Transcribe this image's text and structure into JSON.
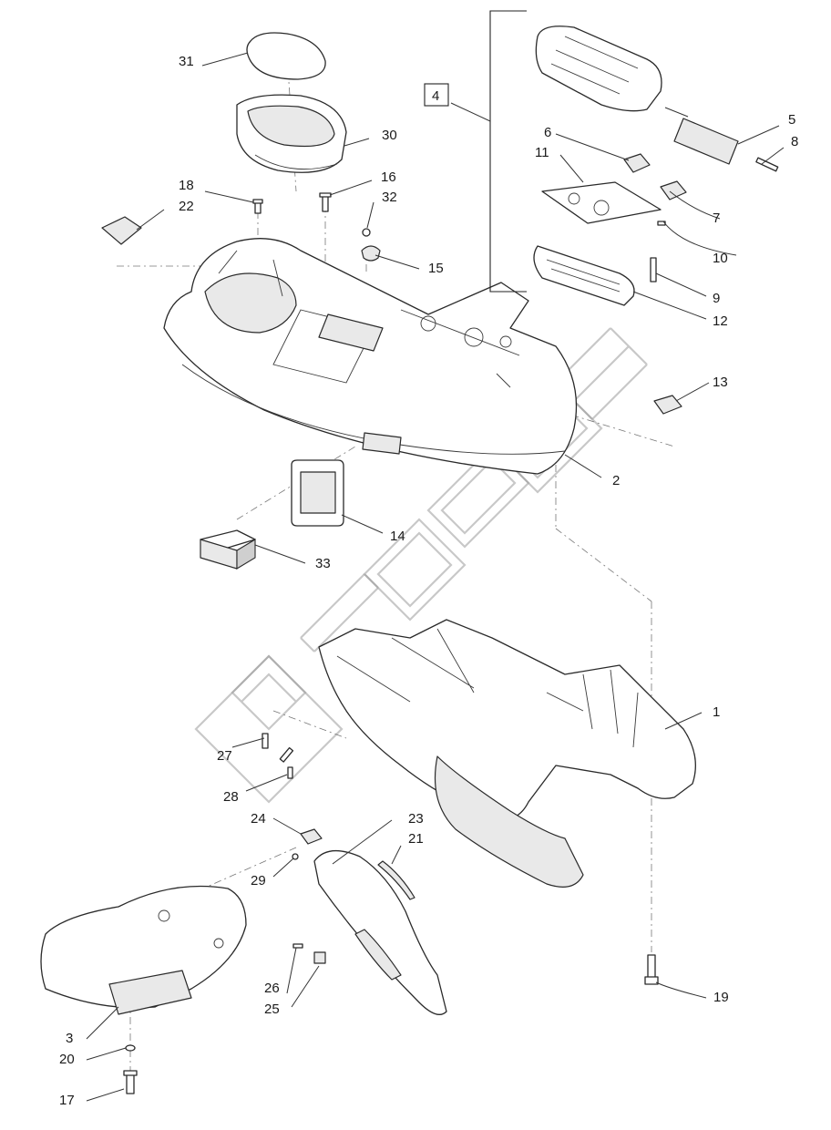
{
  "diagram": {
    "callouts": [
      "1",
      "2",
      "3",
      "4",
      "5",
      "6",
      "7",
      "8",
      "9",
      "10",
      "11",
      "12",
      "13",
      "14",
      "15",
      "16",
      "17",
      "18",
      "19",
      "20",
      "21",
      "22",
      "23",
      "24",
      "25",
      "26",
      "27",
      "28",
      "29",
      "30",
      "31",
      "32",
      "33"
    ],
    "assembly_label": "4"
  }
}
